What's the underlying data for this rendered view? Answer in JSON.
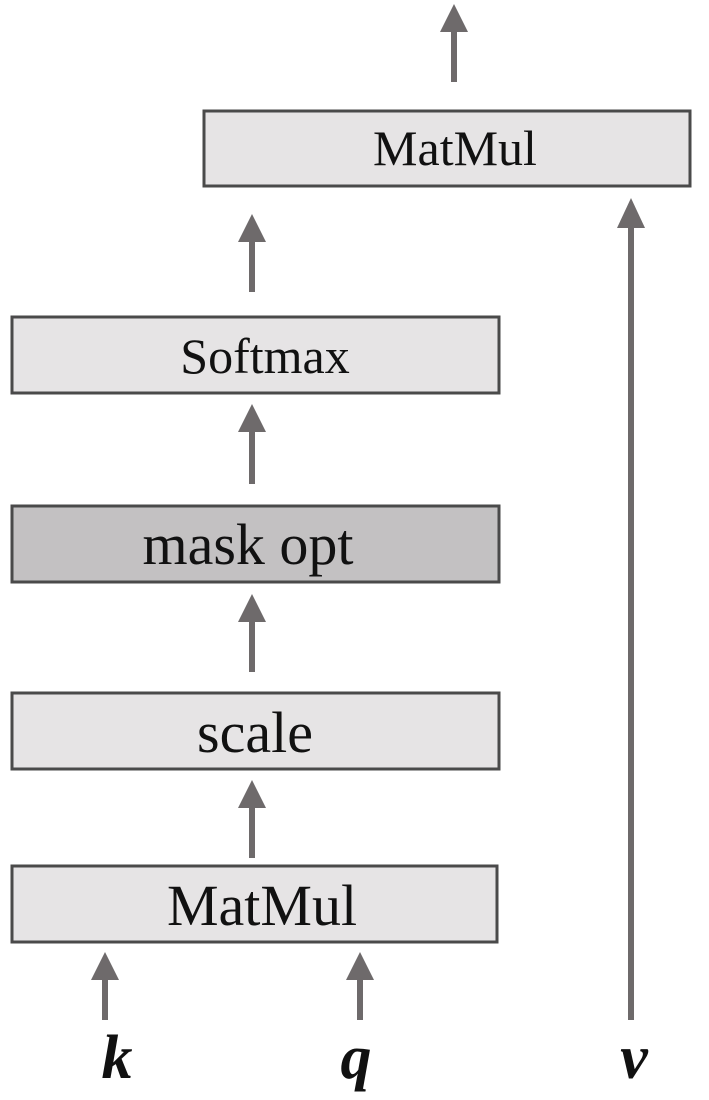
{
  "diagram": {
    "blocks": {
      "matmul_top": "MatMul",
      "softmax": "Softmax",
      "mask": "mask opt",
      "scale": "scale",
      "matmul_bottom": "MatMul"
    },
    "inputs": {
      "k": "k",
      "q": "q",
      "v": "v"
    },
    "colors": {
      "block_fill": "#e6e4e5",
      "mask_fill": "#c3c1c2",
      "border": "#4a4a4a",
      "arrow": "#6e6a6b"
    }
  }
}
